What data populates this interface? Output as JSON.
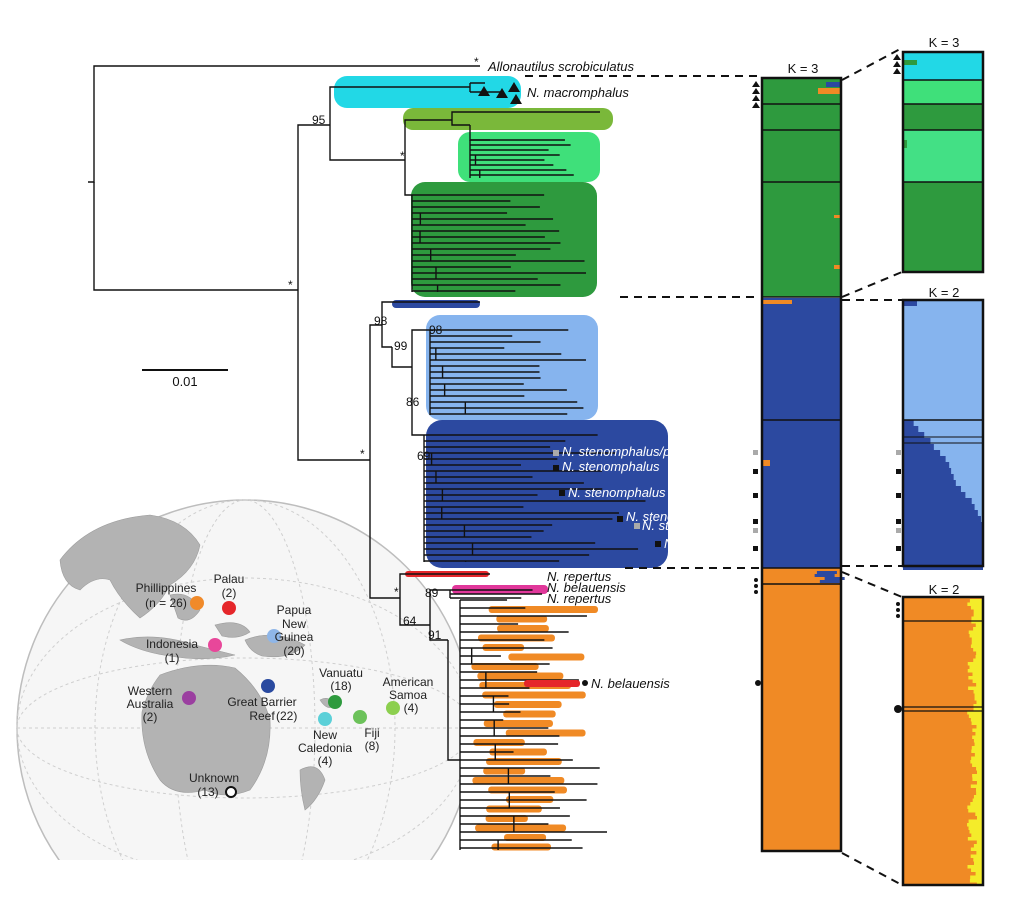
{
  "taxa": {
    "outgroup": "Allonautilus scrobiculatus",
    "macromphalus": "N. macromphalus",
    "stenomphalus_pompilius": "N. stenomphalus/pompilius",
    "stenomphalus_1": "N. stenomphalus",
    "stenomphalus_2": "N. stenomphalus",
    "stenomphalus_3": "N. stenomphalus",
    "stenom_pomp": "N. stenom./pomp.",
    "stenomp": "N.stenomp.",
    "repertus_1": "N. repertus",
    "belauensis_1": "N. belauensis",
    "repertus_2": "N. repertus",
    "belauensis_2": "N. belauensis"
  },
  "support": {
    "n95": "95",
    "n98a": "98",
    "n99": "99",
    "n98b": "98",
    "n86": "86",
    "n69": "69",
    "n89": "89",
    "n64": "64",
    "n91": "91",
    "star": "*"
  },
  "scale_bar": {
    "label": "0.01"
  },
  "structure_panels": {
    "main_title": "K = 3",
    "sub1_title": "K = 3",
    "sub2_title": "K = 2",
    "sub3_title": "K = 2"
  },
  "map_locations": [
    {
      "name": "Phillippines",
      "count": "(n = 26)",
      "color": "#f08a2a"
    },
    {
      "name": "Palau",
      "count": "(2)",
      "color": "#e5262a"
    },
    {
      "name": "Papua",
      "name2": "New",
      "name3": "Guinea",
      "count": "(20)",
      "color": "#8fb6e8"
    },
    {
      "name": "Indonesia",
      "count": "(1)",
      "color": "#e8479a"
    },
    {
      "name": "Vanuatu",
      "count": "(18)",
      "color": "#2e9a3e"
    },
    {
      "name": "American",
      "name2": "Samoa",
      "count": "(4)",
      "color": "#8ccf4f"
    },
    {
      "name": "Western",
      "name2": "Australia",
      "count": "(2)",
      "color": "#9b3fa0"
    },
    {
      "name": "Great Barrier",
      "name2": "Reef",
      "count": "(22)",
      "color": "#2a4aa0"
    },
    {
      "name": "New",
      "name2": "Caledonia",
      "count": "(4)",
      "color": "#5bd0d8"
    },
    {
      "name": "Fiji",
      "count": "(8)",
      "color": "#6cc25a"
    },
    {
      "name": "Unknown",
      "count": "(13)",
      "color": "#ffffff"
    }
  ],
  "colors": {
    "cyan": "#22d8e6",
    "olive": "#7ab83a",
    "light_green": "#3fe07a",
    "green": "#2e9a3e",
    "light_blue": "#86b4ee",
    "dark_blue": "#2c49a0",
    "orange": "#f08a25",
    "pink": "#e0379a",
    "red": "#e5262a",
    "yellow": "#f4ec2a"
  }
}
